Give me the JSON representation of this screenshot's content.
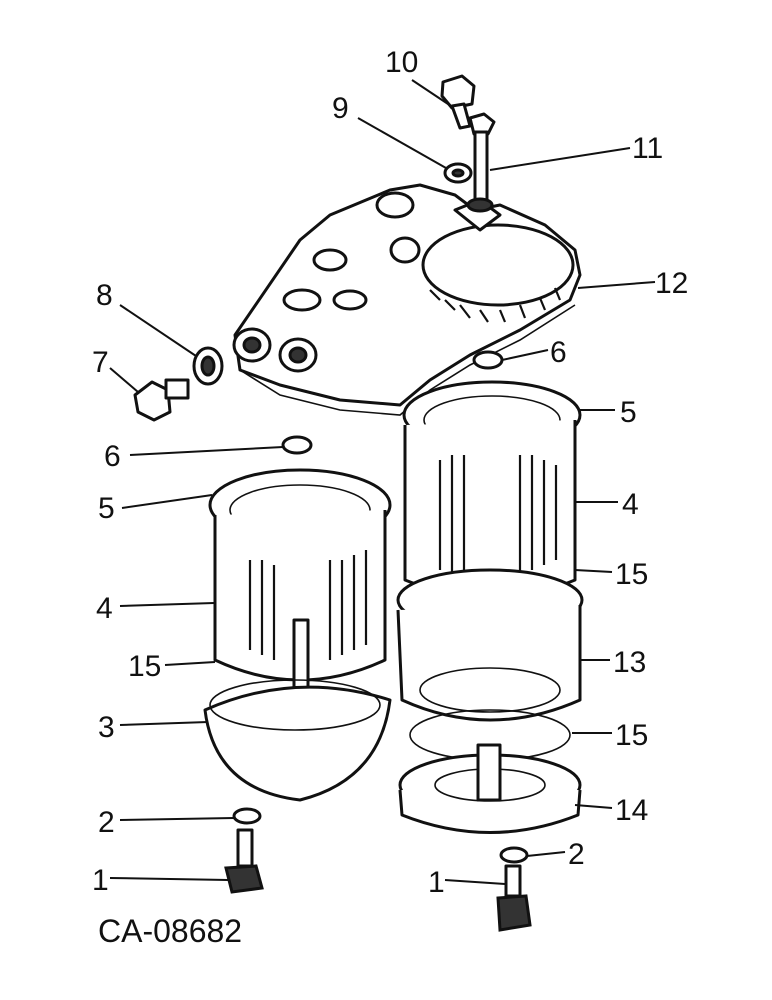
{
  "drawing_id": "CA-08682",
  "callouts": [
    {
      "key": "c10",
      "text": "10"
    },
    {
      "key": "c9",
      "text": "9"
    },
    {
      "key": "c11",
      "text": "11"
    },
    {
      "key": "c12",
      "text": "12"
    },
    {
      "key": "c8",
      "text": "8"
    },
    {
      "key": "c7",
      "text": "7"
    },
    {
      "key": "c6r",
      "text": "6"
    },
    {
      "key": "c5r",
      "text": "5"
    },
    {
      "key": "c6l",
      "text": "6"
    },
    {
      "key": "c5l",
      "text": "5"
    },
    {
      "key": "c4r",
      "text": "4"
    },
    {
      "key": "c4l",
      "text": "4"
    },
    {
      "key": "c15r1",
      "text": "15"
    },
    {
      "key": "c15l",
      "text": "15"
    },
    {
      "key": "c13",
      "text": "13"
    },
    {
      "key": "c3",
      "text": "3"
    },
    {
      "key": "c15r2",
      "text": "15"
    },
    {
      "key": "c14",
      "text": "14"
    },
    {
      "key": "c2l",
      "text": "2"
    },
    {
      "key": "c2r",
      "text": "2"
    },
    {
      "key": "c1l",
      "text": "1"
    },
    {
      "key": "c1r",
      "text": "1"
    }
  ]
}
